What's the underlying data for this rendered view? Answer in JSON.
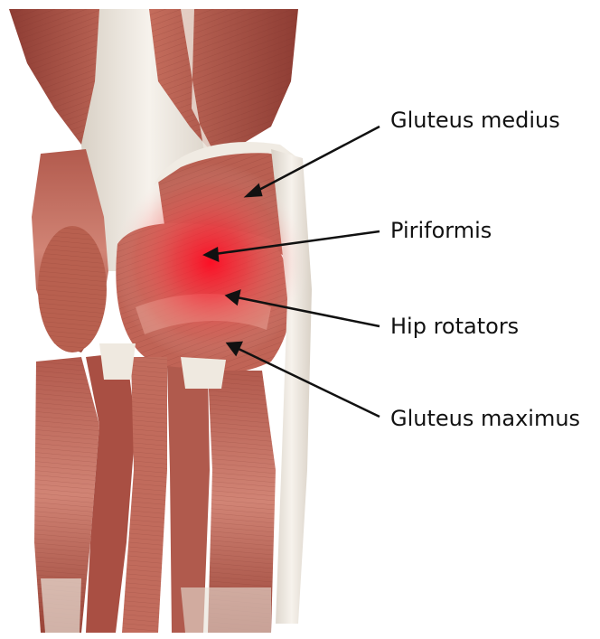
{
  "labels": {
    "gluteus_medius": "Gluteus medius",
    "piriformis": "Piriformis",
    "hip_rotators": "Hip rotators",
    "gluteus_maximus": "Gluteus maximus"
  },
  "colors": {
    "background": "#ffffff",
    "muscle": "#b65f52",
    "muscle_dark": "#8e3d34",
    "muscle_light": "#d48a7c",
    "tendon": "#ece7df",
    "pain_highlight": "#ff1a2a",
    "leader_line": "#111111"
  },
  "highlight": {
    "region": "piriformis",
    "style": "red radial glow"
  },
  "illustration": "posterior view of hip and thigh musculature"
}
